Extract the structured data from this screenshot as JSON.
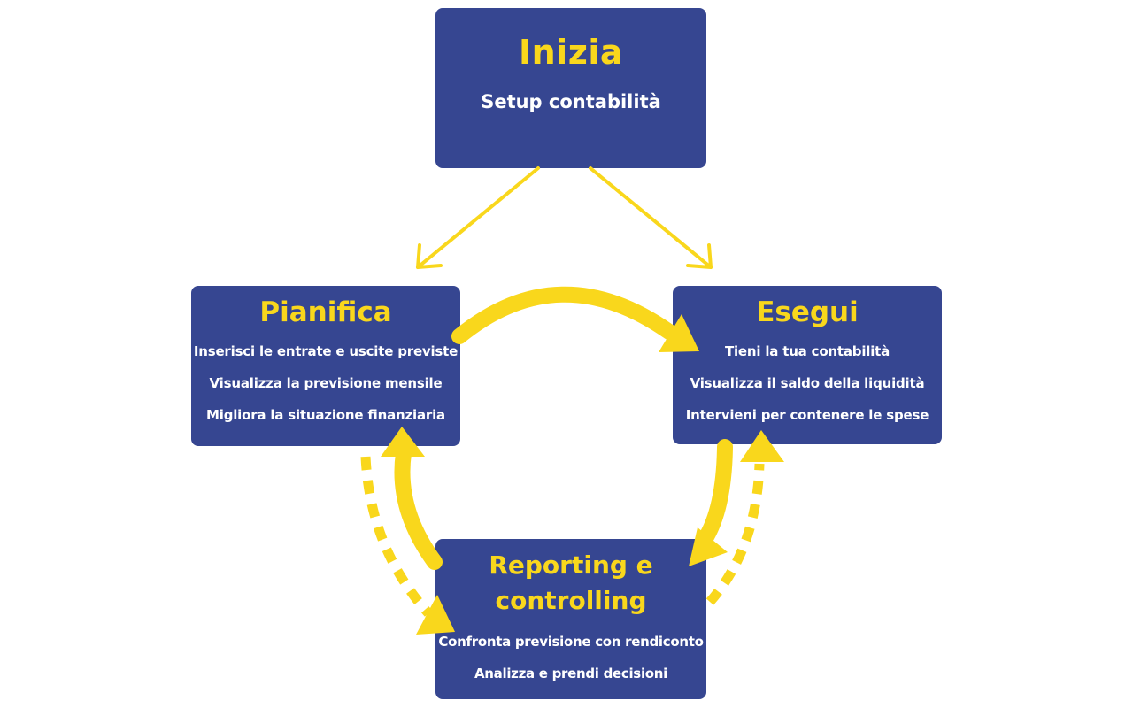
{
  "colors": {
    "box_fill": "#364691",
    "title_text": "#f9d71c",
    "body_text": "#ffffff",
    "arrow": "#f9d71c"
  },
  "start": {
    "title": "Inizia",
    "subtitle": "Setup contabilità"
  },
  "plan": {
    "title": "Pianifica",
    "items": [
      "Inserisci le entrate e uscite previste",
      "Visualizza la previsione mensile",
      "Migliora la situazione finanziaria"
    ]
  },
  "execute": {
    "title": "Esegui",
    "items": [
      "Tieni la tua contabilità",
      "Visualizza il saldo della liquidità",
      "Intervieni per contenere le spese"
    ]
  },
  "report": {
    "title_line1": "Reporting e",
    "title_line2": "controlling",
    "items": [
      "Confronta previsione con rendiconto",
      "Analizza e prendi decisioni"
    ]
  }
}
